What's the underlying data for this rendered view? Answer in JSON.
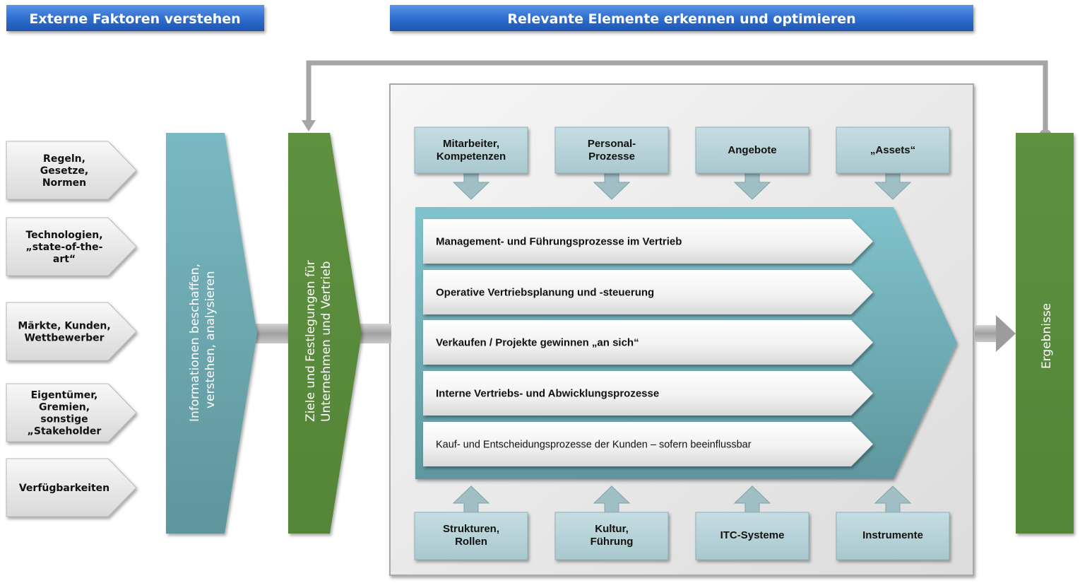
{
  "headers": {
    "left": "Externe Faktoren verstehen",
    "right": "Relevante Elemente erkennen und optimieren"
  },
  "external_factors": [
    {
      "lines": [
        "Regeln,",
        "Gesetze,",
        "Normen"
      ]
    },
    {
      "lines": [
        "Technologien,",
        "„state-of-the-",
        "art“"
      ]
    },
    {
      "lines": [
        "Märkte, Kunden,",
        "Wettbewerber"
      ]
    },
    {
      "lines": [
        "Eigentümer,",
        "Gremien,",
        "sonstige",
        "„Stakeholder"
      ]
    },
    {
      "lines": [
        "Verfügbarkeiten"
      ]
    }
  ],
  "stages": {
    "analyze": {
      "lines": [
        "Informationen beschaffen,",
        "verstehen, analysieren"
      ]
    },
    "goals": {
      "lines": [
        "Ziele und Festlegungen für",
        "Unternehmen und Vertrieb"
      ]
    },
    "results": {
      "lines": [
        "Ergebnisse"
      ]
    }
  },
  "inputs_top": [
    {
      "lines": [
        "Mitarbeiter,",
        "Kompetenzen"
      ]
    },
    {
      "lines": [
        "Personal-",
        "Prozesse"
      ]
    },
    {
      "lines": [
        "Angebote"
      ]
    },
    {
      "lines": [
        "„Assets“"
      ]
    }
  ],
  "processes": [
    {
      "label": "Management- und Führungsprozesse im Vertrieb",
      "bold": true
    },
    {
      "label": "Operative Vertriebsplanung und -steuerung",
      "bold": true
    },
    {
      "label": "Verkaufen / Projekte gewinnen „an sich“",
      "bold": true
    },
    {
      "label": "Interne Vertriebs- und Abwicklungsprozesse",
      "bold": true
    },
    {
      "label": "Kauf- und Entscheidungsprozesse der Kunden – sofern beeinflussbar",
      "bold": false
    }
  ],
  "inputs_bottom": [
    {
      "lines": [
        "Strukturen,",
        "Rollen"
      ]
    },
    {
      "lines": [
        "Kultur,",
        "Führung"
      ]
    },
    {
      "lines": [
        "ITC-Systeme"
      ]
    },
    {
      "lines": [
        "Instrumente"
      ]
    }
  ],
  "colors": {
    "header_blue": "#2f6fd0",
    "teal": "#6aaab4",
    "green": "#5a8a3a",
    "light_box": "#b9d6dc",
    "gray_arrow": "#a8a8a8"
  }
}
